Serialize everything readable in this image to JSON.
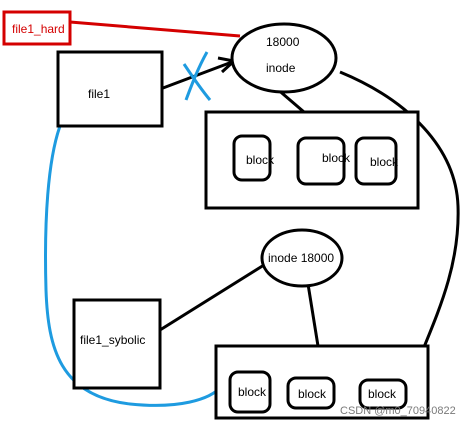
{
  "labels": {
    "file1_hard": "file1_hard",
    "file1": "file1",
    "inode_number_top": "18000",
    "inode_word_top": "inode",
    "block": "block",
    "inode_bottom": "inode 18000",
    "file1_symbolic": "file1_sybolic"
  },
  "watermark": "CSDN @m0_70940822",
  "colors": {
    "hard_link": "#d40000",
    "soft_link": "#1e9be0",
    "broken_x": "#1e9be0",
    "line": "#000000"
  }
}
